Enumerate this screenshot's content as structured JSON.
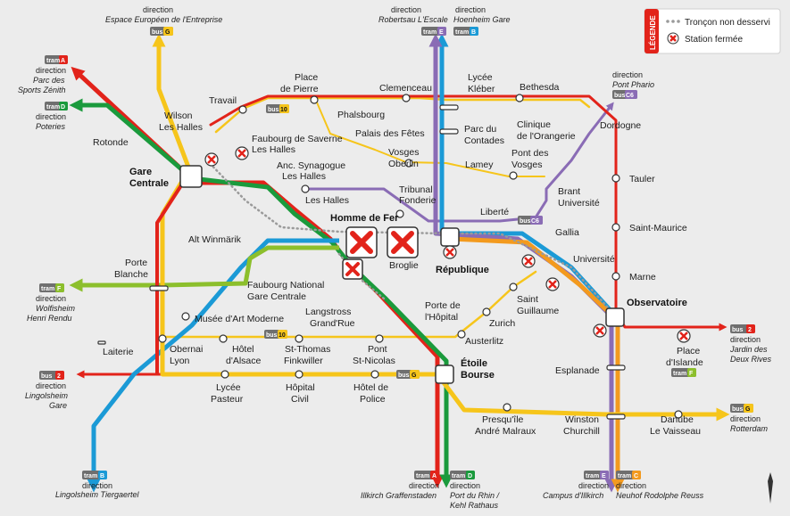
{
  "colors": {
    "tramA": "#e2231a",
    "tramB": "#1b9ad6",
    "tramC": "#f39a1e",
    "tramD": "#1a9a3c",
    "tramE": "#8a6cb5",
    "tramF": "#8cbf2c",
    "busG": "#f6c51b",
    "bus": "#f6c51b",
    "closed": "#e2231a",
    "background": "#ececec",
    "legendRed": "#e2231a"
  },
  "legend": {
    "title": "LÉGENDE",
    "items": [
      {
        "label": "Tronçon non desservi",
        "icon": "dotted-line-icon"
      },
      {
        "label": "Station fermée",
        "icon": "closed-station-icon"
      }
    ]
  },
  "directions": {
    "tramA_top": {
      "badge": "tram",
      "line": "A",
      "word": "direction",
      "l1": "Parc des",
      "l2": "Sports Zénith"
    },
    "tramD_top": {
      "badge": "tram",
      "line": "D",
      "word": "direction",
      "l1": "Poteries"
    },
    "busG_top": {
      "badge": "bus",
      "line": "G",
      "word": "direction",
      "l1": "Espace Européen de l'Entreprise"
    },
    "tramE_top": {
      "badge": "tram",
      "line": "E",
      "word": "direction",
      "l1": "Robertsau L'Escale"
    },
    "tramB_top": {
      "badge": "tram",
      "line": "B",
      "word": "direction",
      "l1": "Hoenheim Gare"
    },
    "busC6": {
      "badge": "bus",
      "line": "C6",
      "word": "direction",
      "l1": "Pont Phario"
    },
    "tramF_left": {
      "badge": "tram",
      "line": "F",
      "word": "direction",
      "l1": "Wolfisheim",
      "l2": "Henri Rendu"
    },
    "bus2_left": {
      "badge": "bus",
      "line": "2",
      "word": "direction",
      "l1": "Lingolsheim",
      "l2": "Gare"
    },
    "tramB_bottom": {
      "badge": "tram",
      "line": "B",
      "word": "direction",
      "l1": "Lingolsheim Tiergaertel"
    },
    "tramA_bottom": {
      "badge": "tram",
      "line": "A",
      "word": "direction",
      "l1": "Illkirch Graffenstaden"
    },
    "tramD_bottom": {
      "badge": "tram",
      "line": "D",
      "word": "direction",
      "l1": "Port du Rhin /",
      "l2": "Kehl Rathaus"
    },
    "tramE_bottom": {
      "badge": "tram",
      "line": "E",
      "word": "direction",
      "l1": "Campus d'Illkirch"
    },
    "tramC_bottom": {
      "badge": "tram",
      "line": "C",
      "word": "direction",
      "l1": "Neuhof Rodolphe Reuss"
    },
    "busG_right": {
      "badge": "bus",
      "line": "G",
      "word": "direction",
      "l1": "Rotterdam"
    },
    "bus2_right": {
      "badge": "bus",
      "line": "2",
      "word": "direction",
      "l1": "Jardin des",
      "l2": "Deux Rives"
    }
  },
  "stations": {
    "rotonde": "Rotonde",
    "gare_centrale": [
      "Gare",
      "Centrale"
    ],
    "wilson": [
      "Wilson",
      "Les Halles"
    ],
    "travail": "Travail",
    "place_de_pierre": [
      "Place",
      "de Pierre"
    ],
    "clemenceau": "Clemenceau",
    "lycee_kleber": [
      "Lycée",
      "Kléber"
    ],
    "bethesda": "Bethesda",
    "phalsbourg": "Phalsbourg",
    "palais_fetes": "Palais des Fêtes",
    "vosges_oberlin": [
      "Vosges",
      "Oberlin"
    ],
    "faubourg_saverne": [
      "Faubourg de Saverne",
      "Les Halles"
    ],
    "anc_synagogue": [
      "Anc. Synagogue",
      "Les Halles"
    ],
    "les_halles": "Les Halles",
    "tribunal": [
      "Tribunal",
      "Fonderie"
    ],
    "parc_contades": [
      "Parc du",
      "Contades"
    ],
    "lamey": "Lamey",
    "pont_vosges": [
      "Pont des",
      "Vosges"
    ],
    "clinique": [
      "Clinique",
      "de l'Orangerie"
    ],
    "dordogne": "Dordogne",
    "tauler": "Tauler",
    "saint_maurice": "Saint-Maurice",
    "marne": "Marne",
    "brant": [
      "Brant",
      "Université"
    ],
    "liberte": "Liberté",
    "homme_de_fer": "Homme de Fer",
    "broglie": "Broglie",
    "republique": "République",
    "gallia": "Gallia",
    "universite": "Université",
    "observatoire": "Observatoire",
    "place_islande": [
      "Place",
      "d'Islande"
    ],
    "alt_winmarik": "Alt Winmärik",
    "porte_blanche": [
      "Porte",
      "Blanche"
    ],
    "faubourg_national": [
      "Faubourg National",
      "Gare Centrale"
    ],
    "musee": "Musée d'Art Moderne",
    "laiterie": "Laiterie",
    "obernai": [
      "Obernai",
      "Lyon"
    ],
    "hotel_alsace": [
      "Hôtel",
      "d'Alsace"
    ],
    "st_thomas": [
      "St-Thomas",
      "Finkwiller"
    ],
    "pont_st_nicolas": [
      "Pont",
      "St-Nicolas"
    ],
    "langstross": [
      "Langstross",
      "Grand'Rue"
    ],
    "porte_hopital": [
      "Porte de",
      "l'Hôpital"
    ],
    "saint_guillaume": [
      "Saint",
      "Guillaume"
    ],
    "zurich": "Zurich",
    "austerlitz": "Austerlitz",
    "etoile_bourse": [
      "Étoile",
      "Bourse"
    ],
    "lycee_pasteur": [
      "Lycée",
      "Pasteur"
    ],
    "hopital_civil": [
      "Hôpital",
      "Civil"
    ],
    "hotel_police": [
      "Hôtel de",
      "Police"
    ],
    "presquile": [
      "Presqu'île",
      "André Malraux"
    ],
    "winston": [
      "Winston",
      "Churchill"
    ],
    "danube": [
      "Danube",
      "Le Vaisseau"
    ],
    "esplanade": "Esplanade"
  },
  "bus_badges": {
    "bus10_top": "10",
    "bus10_mid": "10",
    "busC6_mid": "C6",
    "busG_mid": "G",
    "tramF_islande": "F"
  }
}
